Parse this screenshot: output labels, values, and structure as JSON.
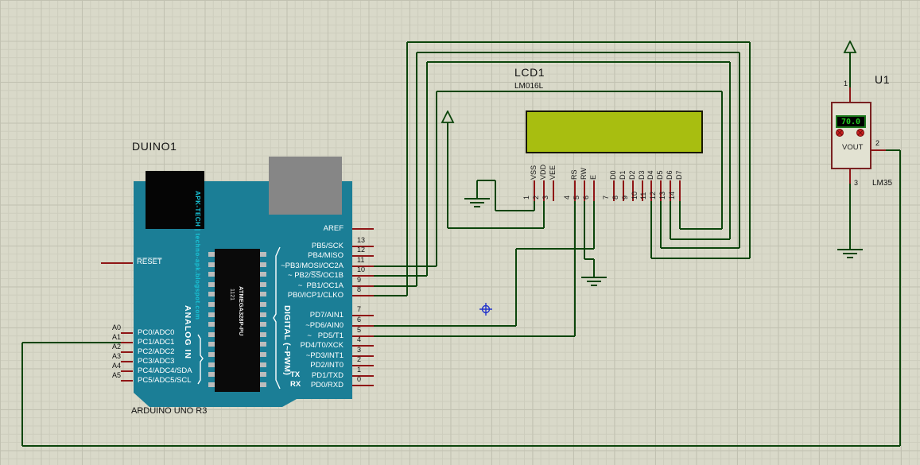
{
  "arduino": {
    "ref": "DUINO1",
    "caption": "ARDUINO UNO R3",
    "watermark": "APK-TECH | techno-apk.blogspot.com",
    "analog_title": "ANALOG IN",
    "digital_title": "DIGITAL (~PWM)",
    "chip_marking": "1121",
    "chip_part": "ATMEGA328P-PU",
    "reset_label": "R̅E̅S̅E̅T̅",
    "aref_label": "AREF",
    "tx_label": "TX",
    "rx_label": "RX",
    "analog_pins": [
      {
        "ext": "A0",
        "label": "PC0/ADC0"
      },
      {
        "ext": "A1",
        "label": "PC1/ADC1"
      },
      {
        "ext": "A2",
        "label": "PC2/ADC2"
      },
      {
        "ext": "A3",
        "label": "PC3/ADC3"
      },
      {
        "ext": "A4",
        "label": "PC4/ADC4/SDA"
      },
      {
        "ext": "A5",
        "label": "PC5/ADC5/SCL"
      }
    ],
    "digital_pins": [
      {
        "num": "13",
        "label": "PB5/SCK"
      },
      {
        "num": "12",
        "label": "PB4/MISO"
      },
      {
        "num": "11",
        "label": "~PB3/MOSI/OC2A"
      },
      {
        "num": "10",
        "label": "~ PB2/S̅S̅/OC1B"
      },
      {
        "num": "9",
        "label": "~  PB1/OC1A"
      },
      {
        "num": "8",
        "label": "PB0/ICP1/CLKO"
      },
      {
        "num": "7",
        "label": "PD7/AIN1"
      },
      {
        "num": "6",
        "label": "~PD6/AIN0"
      },
      {
        "num": "5",
        "label": "~   PD5/T1"
      },
      {
        "num": "4",
        "label": "PD4/T0/XCK"
      },
      {
        "num": "3",
        "label": "~PD3/INT1"
      },
      {
        "num": "2",
        "label": "PD2/INT0"
      },
      {
        "num": "1",
        "label": "PD1/TXD"
      },
      {
        "num": "0",
        "label": "PD0/RXD"
      }
    ]
  },
  "lcd": {
    "ref": "LCD1",
    "part": "LM016L",
    "pins": [
      {
        "num": "1",
        "label": "VSS"
      },
      {
        "num": "2",
        "label": "VDD"
      },
      {
        "num": "3",
        "label": "VEE"
      },
      {
        "num": "4",
        "label": "RS"
      },
      {
        "num": "5",
        "label": "RW"
      },
      {
        "num": "6",
        "label": "E"
      },
      {
        "num": "7",
        "label": "D0"
      },
      {
        "num": "8",
        "label": "D1"
      },
      {
        "num": "9",
        "label": "D2"
      },
      {
        "num": "10",
        "label": "D3"
      },
      {
        "num": "11",
        "label": "D4"
      },
      {
        "num": "12",
        "label": "D5"
      },
      {
        "num": "13",
        "label": "D6"
      },
      {
        "num": "14",
        "label": "D7"
      }
    ]
  },
  "sensor": {
    "ref": "U1",
    "part": "LM35",
    "display_value": "70.0",
    "vout_label": "VOUT",
    "pin1": "1",
    "pin2": "2",
    "pin3": "3"
  },
  "colors": {
    "wire": "#0b450b",
    "pin_stub": "#8f1616",
    "board": "#1b7e96",
    "lcd_screen": "#a8be10",
    "display_text": "#22cc22",
    "watermark": "#19c3d6"
  }
}
